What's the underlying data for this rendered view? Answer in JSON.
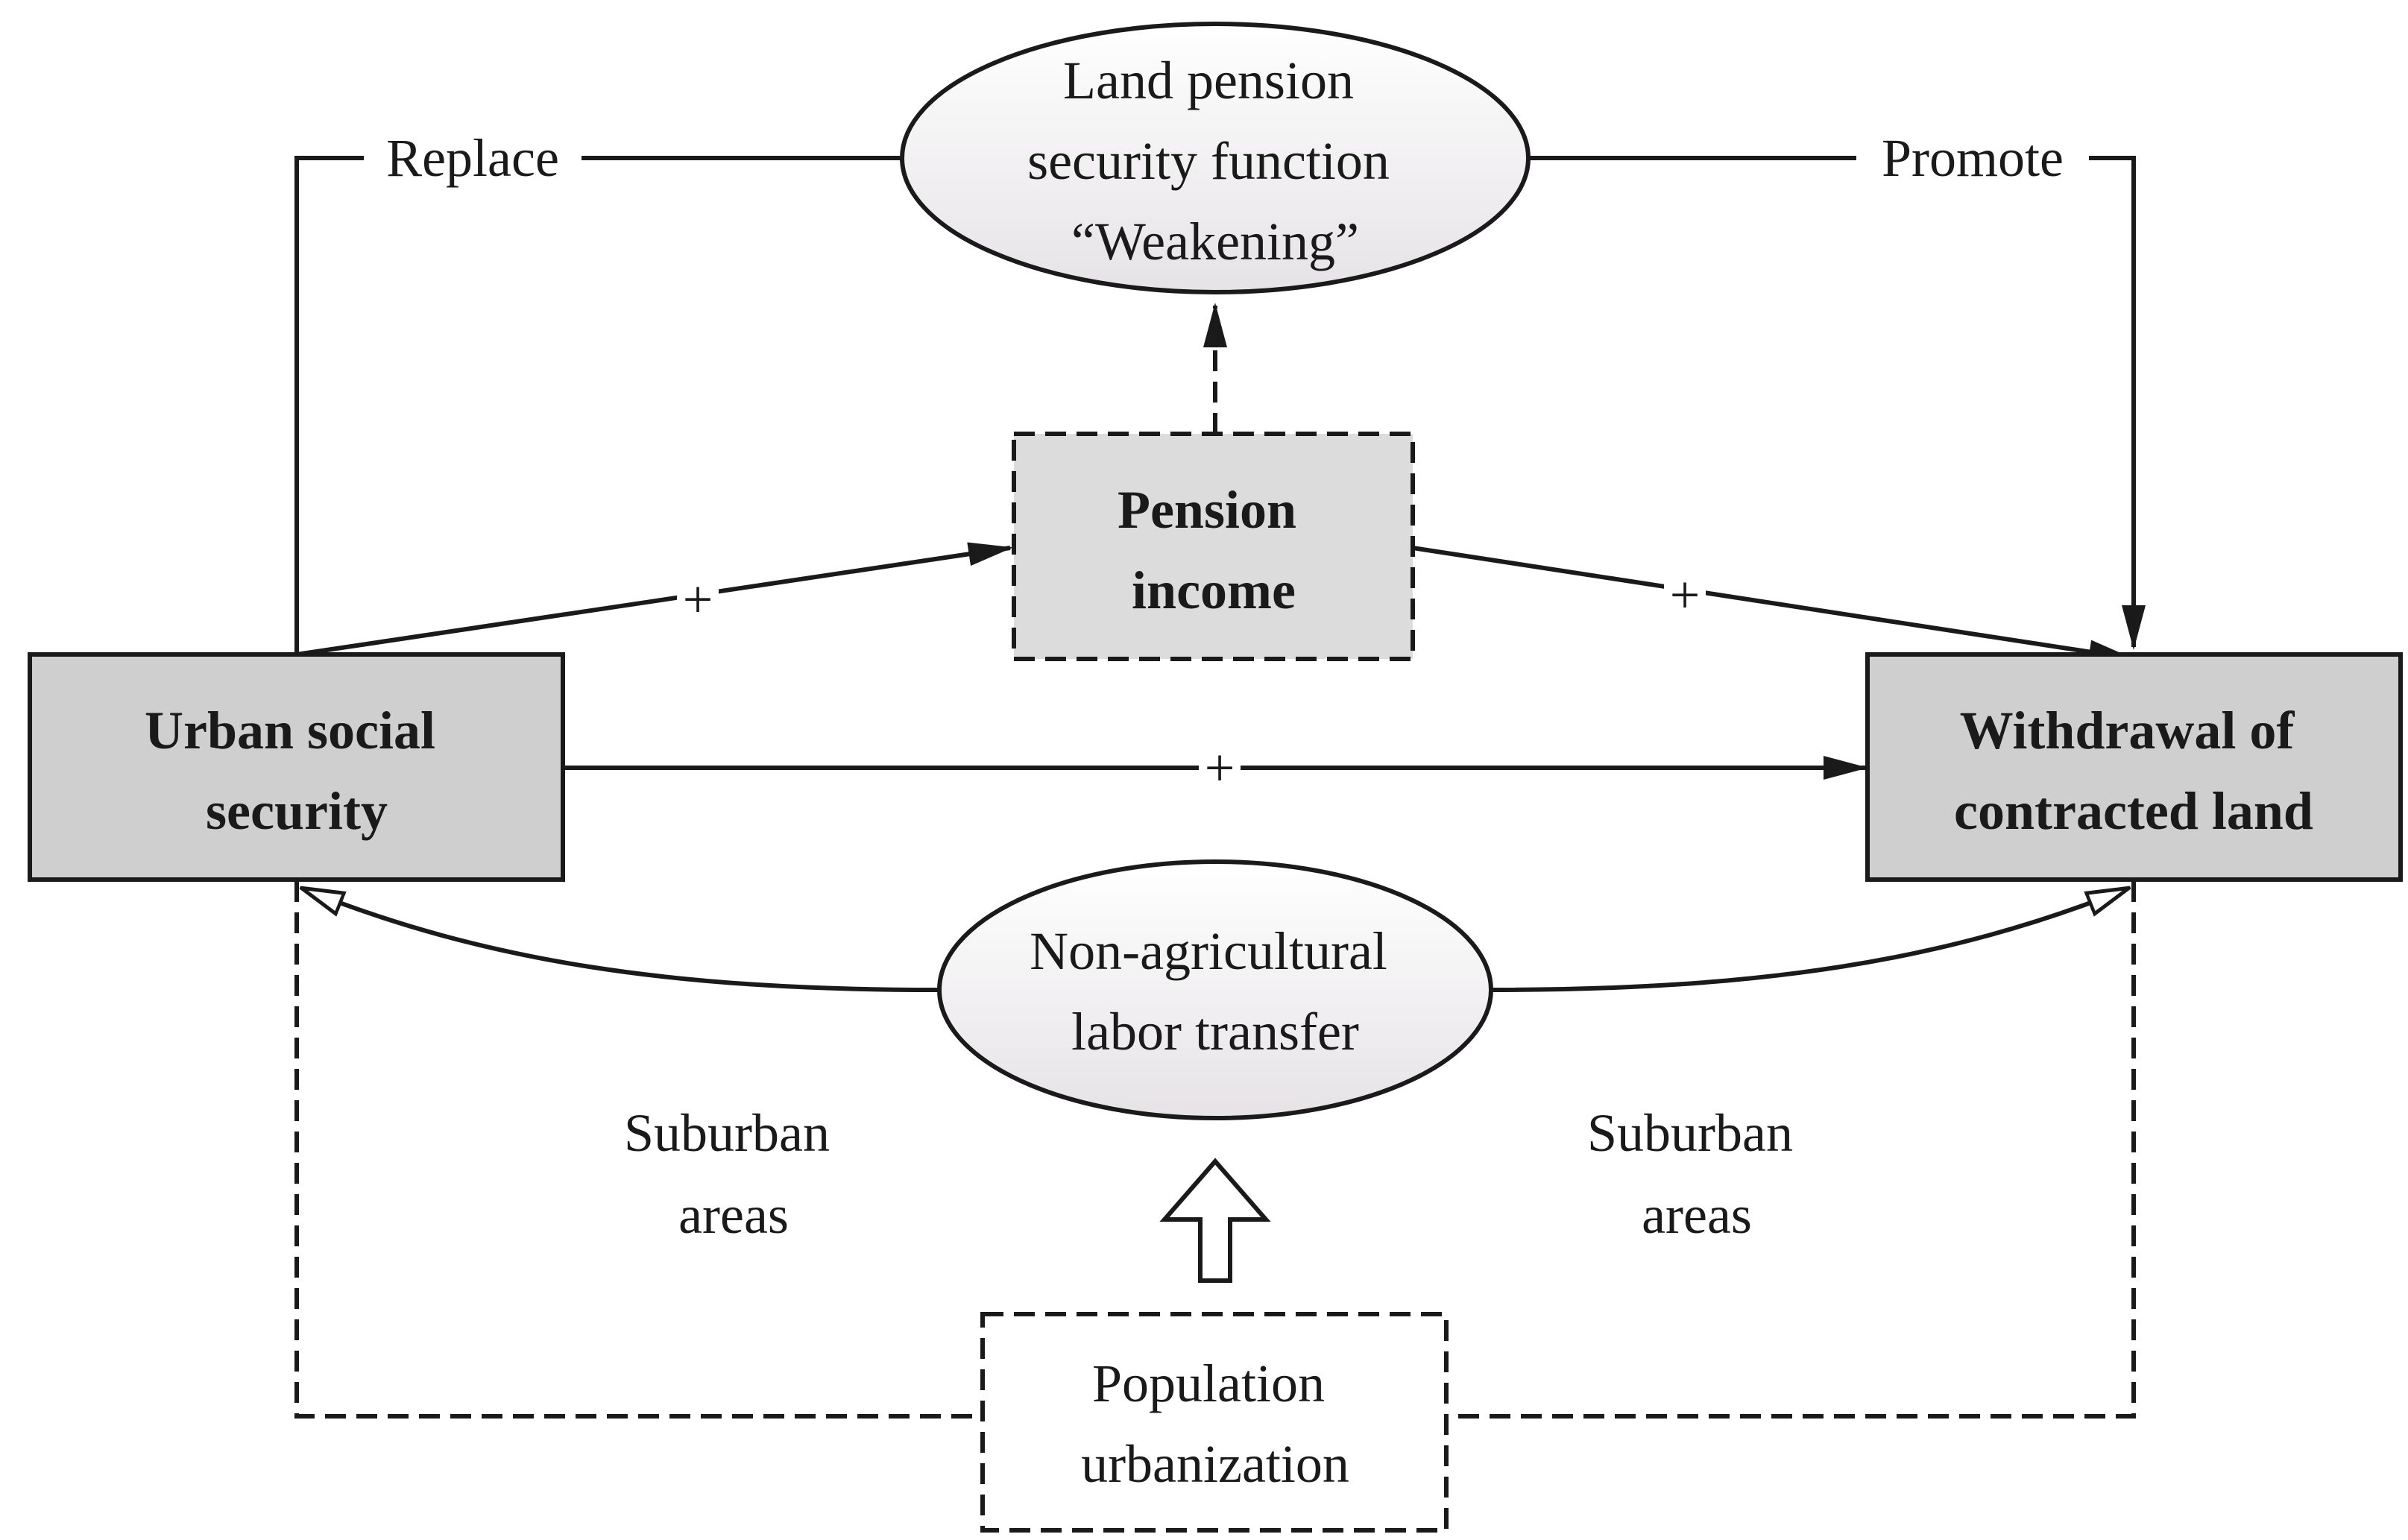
{
  "nodes": {
    "land_pension": {
      "lines": [
        "Land pension",
        "security function",
        "“Weakening”"
      ]
    },
    "pension_income": {
      "lines": [
        "Pension",
        "income"
      ]
    },
    "urban_social_security": {
      "lines": [
        "Urban social",
        "security"
      ]
    },
    "withdrawal": {
      "lines": [
        "Withdrawal of",
        "contracted land"
      ]
    },
    "non_agricultural": {
      "lines": [
        "Non-agricultural",
        "labor transfer"
      ]
    },
    "population_urbanization": {
      "lines": [
        "Population",
        "urbanization"
      ]
    }
  },
  "edge_labels": {
    "replace": "Replace",
    "promote": "Promote",
    "plus_left": "+",
    "plus_right": "+",
    "plus_middle": "+"
  },
  "region_labels": {
    "suburban_left": [
      "Suburban",
      "areas"
    ],
    "suburban_right": [
      "Suburban",
      "areas"
    ]
  },
  "colors": {
    "box_fill": "#cfcfcf",
    "box_light_fill": "#dcdcdc",
    "stroke": "#1a1a1a",
    "background": "#ffffff"
  }
}
